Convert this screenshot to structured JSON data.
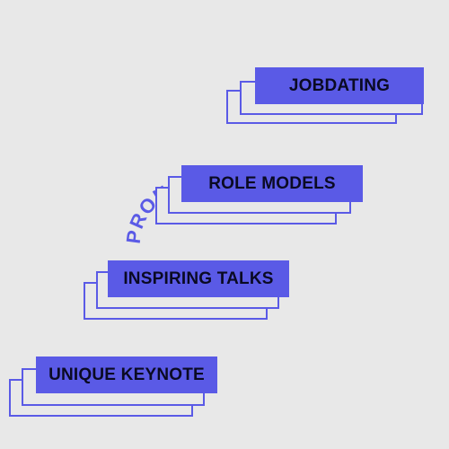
{
  "colors": {
    "accent": "#5a5ae6",
    "text": "#0a0a23",
    "background": "#e8e8e8"
  },
  "ring_text": "PROUD-STAY PROUD - STAY ",
  "buttons": [
    {
      "label": "JOBDATING"
    },
    {
      "label": "ROLE MODELS"
    },
    {
      "label": "INSPIRING TALKS"
    },
    {
      "label": "UNIQUE KEYNOTE"
    }
  ]
}
